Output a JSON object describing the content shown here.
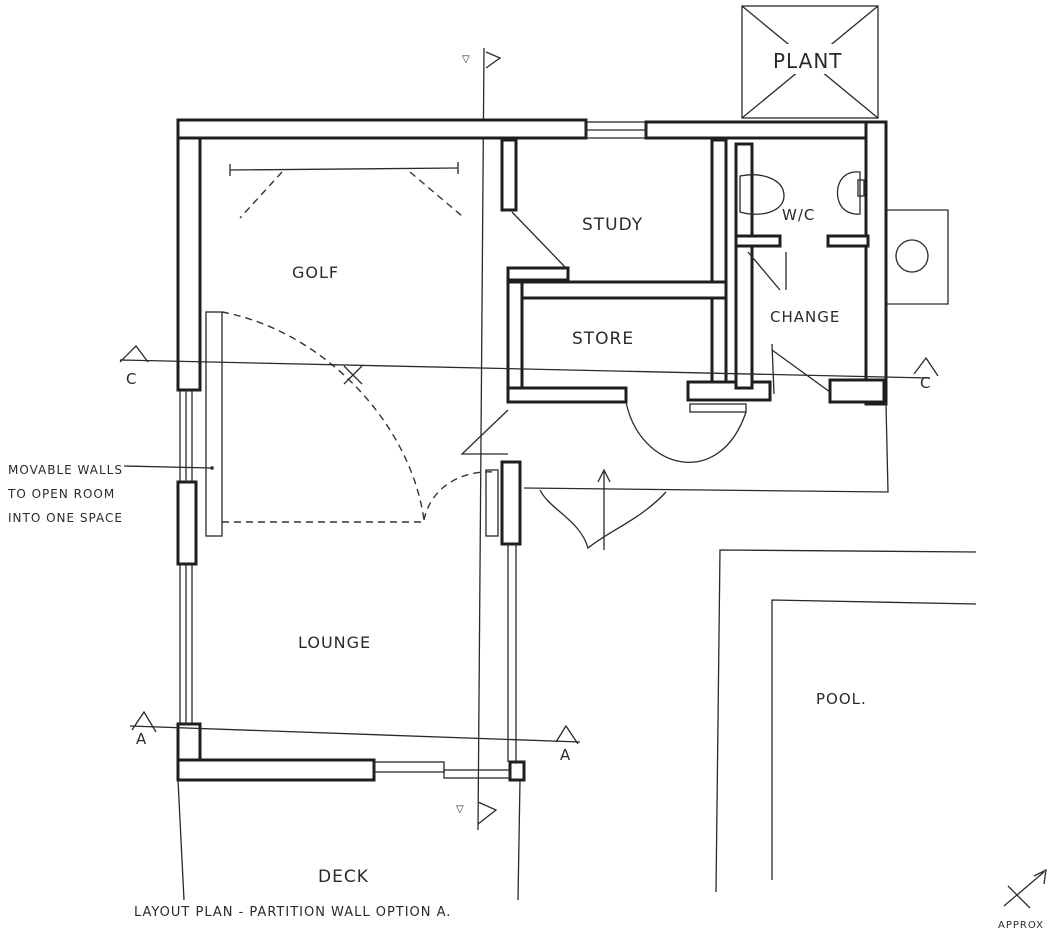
{
  "labels": {
    "plant": "PLANT",
    "study": "STUDY",
    "golf": "GOLF",
    "wc": "W/C",
    "change": "CHANGE",
    "store": "STORE",
    "lounge": "LOUNGE",
    "pool": "POOL.",
    "deck": "DECK",
    "section_c_left": "C",
    "section_c_right": "C",
    "section_a_left": "A",
    "section_a_right": "A",
    "movable_note_line1": "MOVABLE WALLS",
    "movable_note_line2": "TO OPEN ROOM",
    "movable_note_line3": "INTO ONE SPACE",
    "plan_title": "LAYOUT PLAN - PARTITION WALL OPTION A.",
    "north_label": "APPROX"
  }
}
